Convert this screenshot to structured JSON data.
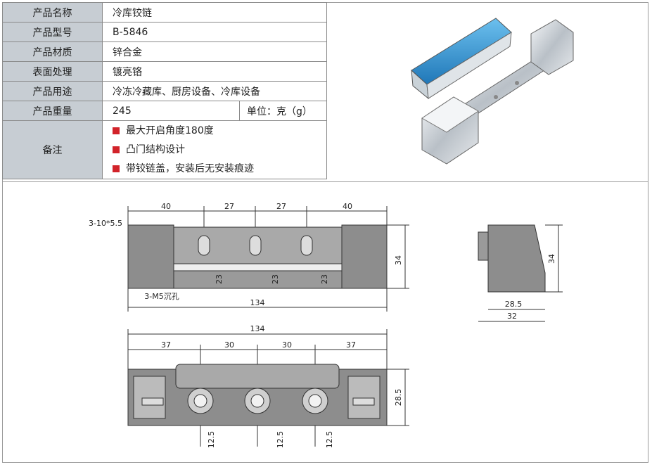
{
  "spec": {
    "name_label": "产品名称",
    "name_value": "冷库铰链",
    "model_label": "产品型号",
    "model_value": "B-5846",
    "material_label": "产品材质",
    "material_value": "锌合金",
    "surface_label": "表面处理",
    "surface_value": "镀亮铬",
    "usage_label": "产品用途",
    "usage_value": "冷冻冷藏库、厨房设备、冷库设备",
    "weight_label": "产品重量",
    "weight_value": "245",
    "weight_unit": "单位：克（g）",
    "notes_label": "备注",
    "notes": [
      "最大开启角度180度",
      "凸门结构设计",
      "带铰链盖，安装后无安装痕迹"
    ]
  },
  "drawing": {
    "top_dims": [
      "40",
      "27",
      "27",
      "40"
    ],
    "overall_width": "134",
    "slot_callout": "3-10*5.5",
    "hole_callout": "3-M5沉孔",
    "height_34": "34",
    "depth_23": "23",
    "side_width": "28.5",
    "side_total": "32",
    "side_height": "34",
    "bottom_overall": "134",
    "bottom_dims": [
      "37",
      "30",
      "30",
      "37"
    ],
    "bottom_height": "28.5",
    "bottom_offset": "12.5"
  },
  "colors": {
    "label_bg": "#c7cdd3",
    "bullet": "#d2232a",
    "body_gray": "#8d8d8d",
    "blue": "#2f8fd0"
  }
}
